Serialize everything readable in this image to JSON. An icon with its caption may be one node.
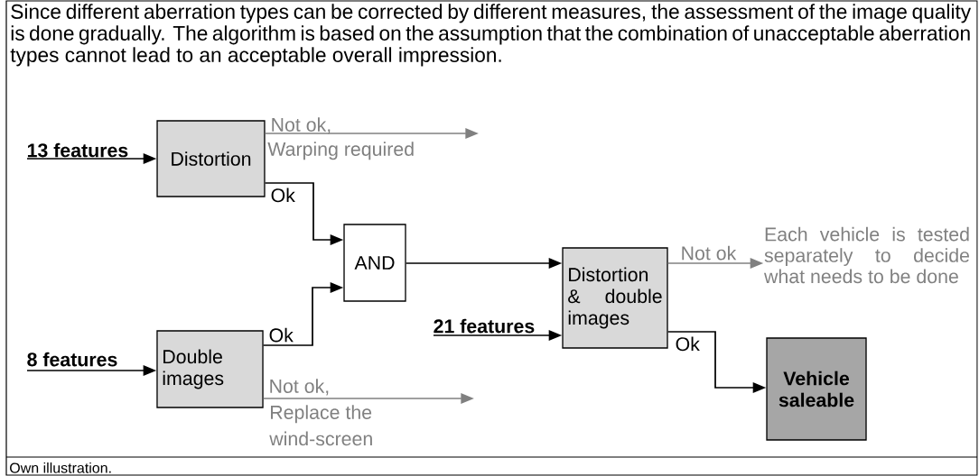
{
  "diagram": {
    "caption": "Own illustration.",
    "nodes": [
      {
        "text": [
          "Distortion"
        ]
      },
      {
        "text": [
          "AND"
        ]
      },
      {
        "text": [
          "Double images"
        ]
      },
      {
        "text": [
          "Distortion & double images"
        ]
      },
      {
        "text": [
          "Vehicle saleable"
        ]
      },
      {
        "text": [
          "Each vehicle is tested separately to decide what needs to be done"
        ]
      }
    ],
    "edges": [
      {
        "from": null,
        "to": 0,
        "arrow": "to",
        "label": "13 features"
      },
      {
        "from": 0,
        "to": null,
        "arrow": "to",
        "label": "Not ok,",
        "color": "#808080"
      },
      {
        "from": 0,
        "to": 1,
        "arrow": "to",
        "label": "Ok"
      },
      {
        "from": null,
        "to": 2,
        "arrow": "to",
        "label": "8 features"
      },
      {
        "from": 2,
        "to": 1,
        "arrow": "to",
        "label": "Ok"
      },
      {
        "from": 2,
        "to": null,
        "arrow": "to",
        "label": "Not ok,",
        "color": "#808080"
      },
      {
        "from": 1,
        "to": 3,
        "arrow": "to"
      },
      {
        "from": null,
        "to": 3,
        "arrow": "to",
        "label": "21 features"
      },
      {
        "from": 3,
        "to": 5,
        "arrow": "to",
        "label": "Not ok",
        "color": "#808080"
      },
      {
        "from": 3,
        "to": 4,
        "arrow": "to",
        "label": "Ok"
      }
    ],
    "labels": [
      "Since different aberration types can be corrected by different measures, the assessment of the image quality is done gradually. The algorithm is based on the assumption that the combination of unacceptable aberration types cannot lead to an acceptable overall impression.",
      "Warping required",
      "Replace the wind-screen"
    ]
  }
}
